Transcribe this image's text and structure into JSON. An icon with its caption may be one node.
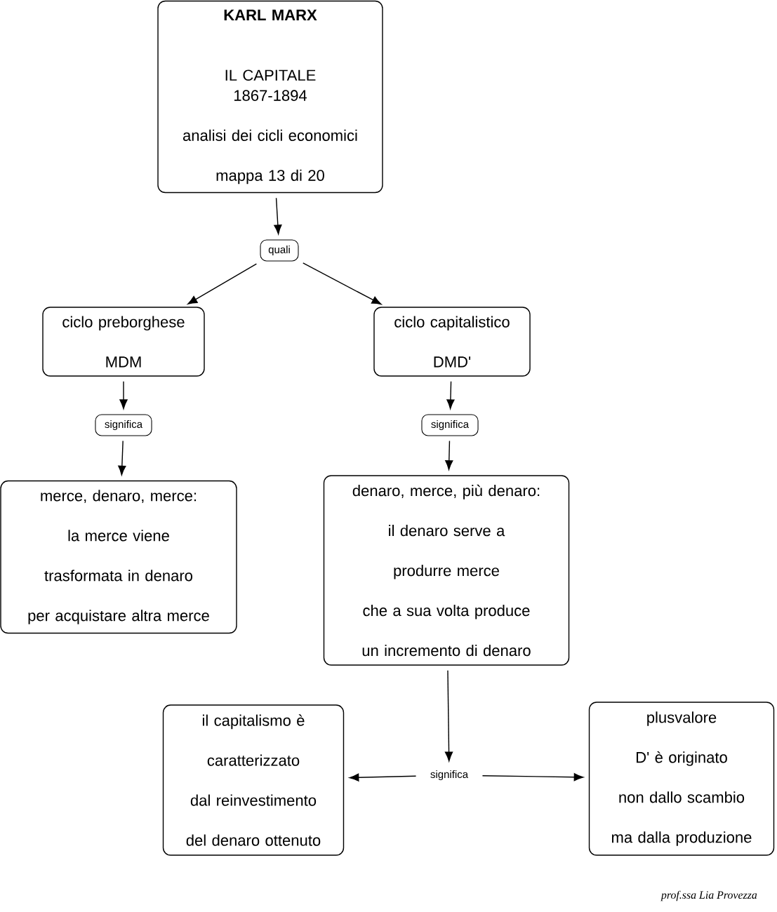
{
  "diagram": {
    "nodes": [
      {
        "text": [
          "KARL MARX",
          "IL CAPITALE",
          "1867-1894",
          "analisi dei cicli economici",
          "mappa 13 di 20"
        ]
      },
      {
        "text": [
          "quali"
        ]
      },
      {
        "text": [
          "ciclo preborghese",
          "MDM"
        ]
      },
      {
        "text": [
          "ciclo capitalistico",
          "DMD'"
        ]
      },
      {
        "text": [
          "significa"
        ]
      },
      {
        "text": [
          "significa"
        ]
      },
      {
        "text": [
          "merce, denaro, merce:",
          "la merce viene",
          "trasformata  in denaro",
          "per acquistare altra merce"
        ]
      },
      {
        "text": [
          "denaro, merce, più denaro:",
          "il denaro serve a",
          "produrre merce",
          "che a sua volta produce",
          "un incremento di denaro"
        ]
      },
      {
        "text": [
          "significa"
        ]
      },
      {
        "text": [
          "il capitalismo è",
          "caratterizzato",
          "dal reinvestimento",
          "del denaro ottenuto"
        ]
      },
      {
        "text": [
          "plusvalore",
          "D' è originato",
          "non dallo scambio",
          "ma dalla produzione"
        ]
      }
    ],
    "edges": [
      {
        "from": 0,
        "to": 1,
        "arrow": "to"
      },
      {
        "from": 1,
        "to": 2,
        "arrow": "to"
      },
      {
        "from": 1,
        "to": 3,
        "arrow": "to"
      },
      {
        "from": 2,
        "to": 4,
        "arrow": "to"
      },
      {
        "from": 4,
        "to": 6,
        "arrow": "to"
      },
      {
        "from": 3,
        "to": 5,
        "arrow": "to"
      },
      {
        "from": 5,
        "to": 7,
        "arrow": "to"
      },
      {
        "from": 7,
        "to": 8,
        "arrow": "to"
      },
      {
        "from": 8,
        "to": 9,
        "arrow": "to"
      },
      {
        "from": 8,
        "to": 10,
        "arrow": "to"
      }
    ],
    "labels": [
      "prof.ssa Lia Provezza"
    ]
  }
}
